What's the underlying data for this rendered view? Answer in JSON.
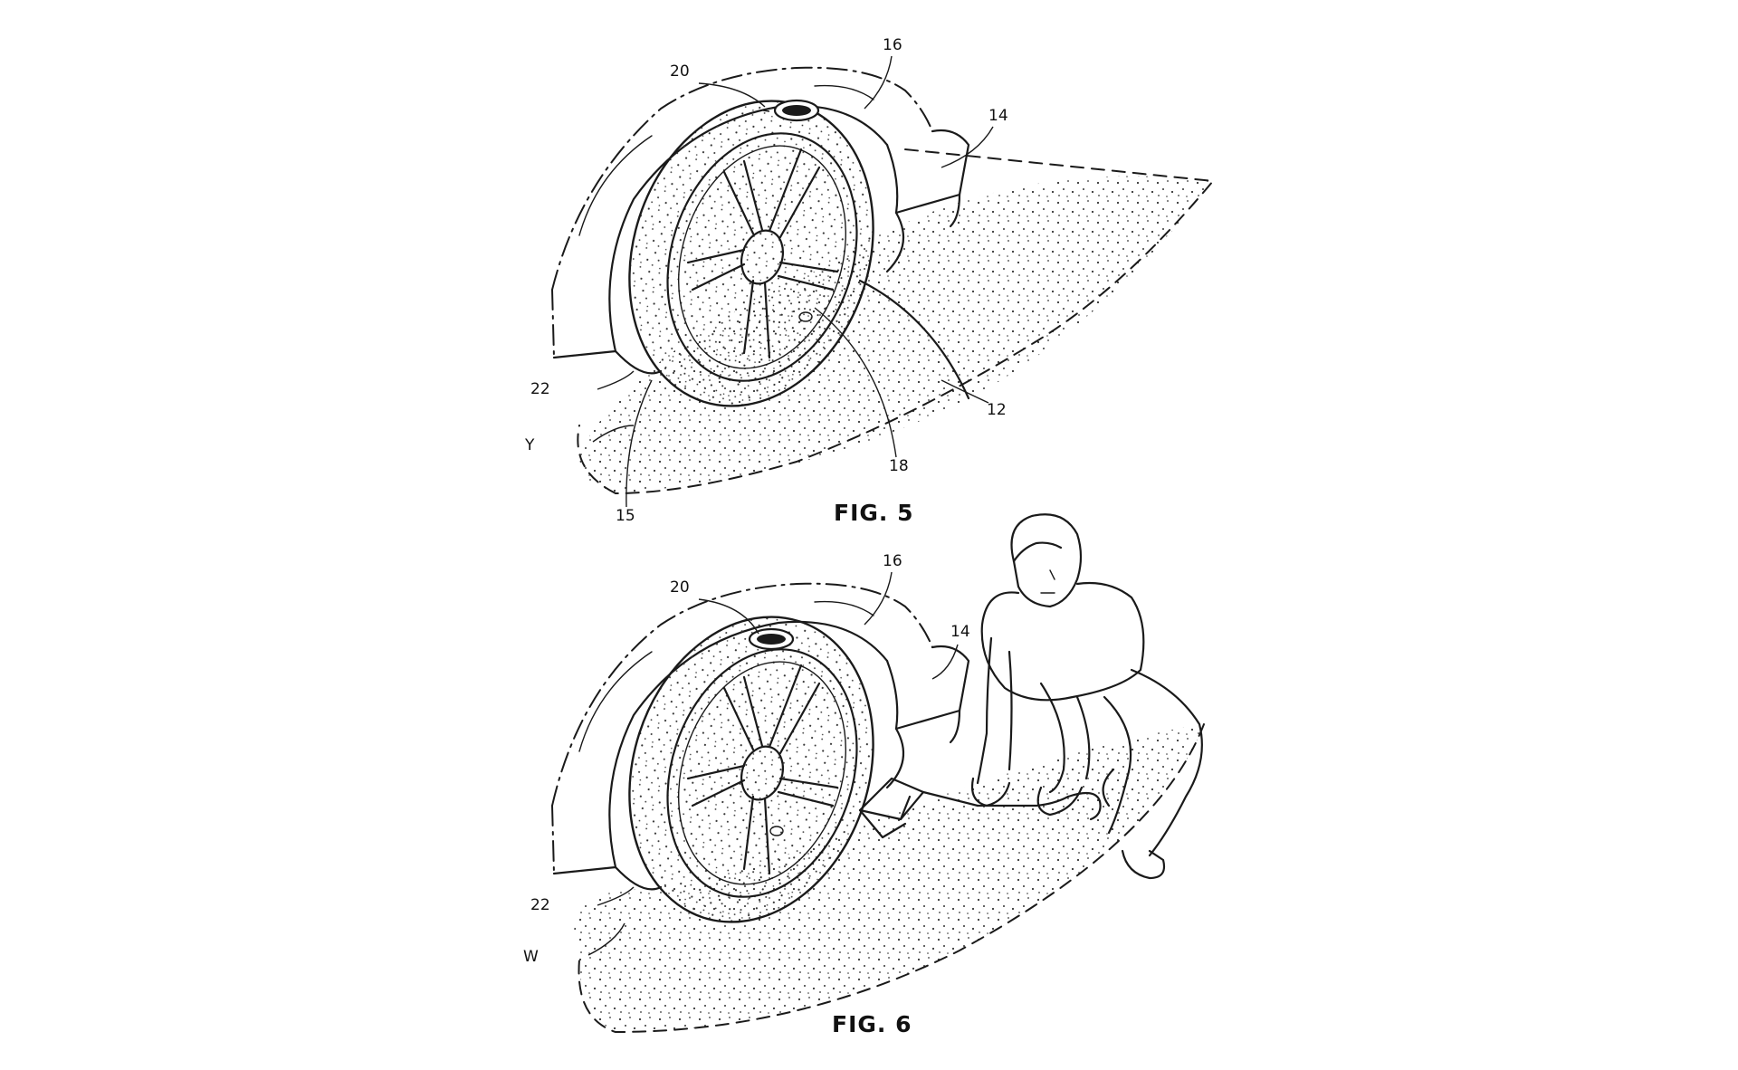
{
  "figures": [
    {
      "caption": "FIG. 5",
      "refs": {
        "r16": "16",
        "r20": "20",
        "r14": "14",
        "r22": "22",
        "r12": "12",
        "rY": "Y",
        "r18": "18",
        "r15": "15"
      }
    },
    {
      "caption": "FIG. 6",
      "refs": {
        "r16": "16",
        "r20": "20",
        "r14": "14",
        "r22": "22",
        "rW": "W"
      }
    }
  ]
}
